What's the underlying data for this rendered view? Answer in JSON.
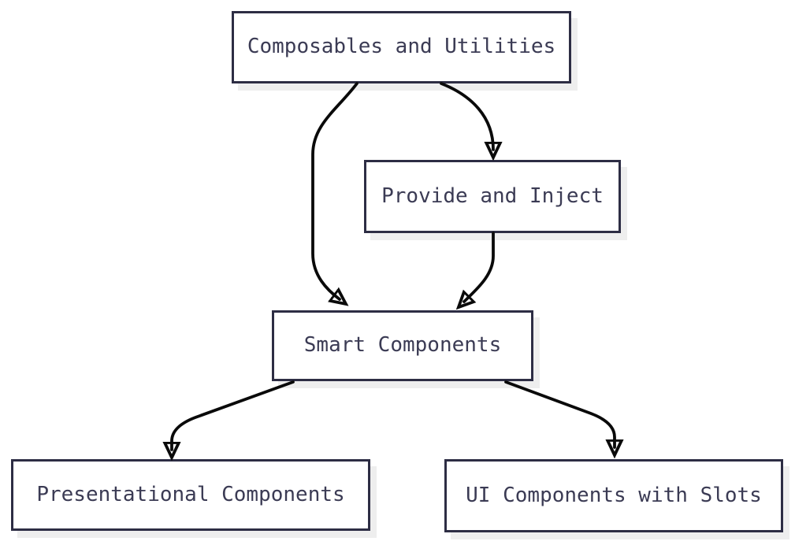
{
  "diagram": {
    "type": "flowchart",
    "direction": "top-down",
    "background_color": "#ffffff",
    "node_fill": "#ffffff",
    "node_border_color": "#2d2d44",
    "node_text_color": "#3b3b54",
    "node_shadow_color": "#eeeeee",
    "edge_color": "#0a0a0a",
    "nodes": [
      {
        "id": "composables",
        "label": "Composables and Utilities"
      },
      {
        "id": "provide-inject",
        "label": "Provide and Inject"
      },
      {
        "id": "smart",
        "label": "Smart Components"
      },
      {
        "id": "presentational",
        "label": "Presentational Components"
      },
      {
        "id": "ui-slots",
        "label": "UI Components with Slots"
      }
    ],
    "edges": [
      {
        "from": "composables",
        "to": "smart"
      },
      {
        "from": "composables",
        "to": "provide-inject"
      },
      {
        "from": "provide-inject",
        "to": "smart"
      },
      {
        "from": "smart",
        "to": "presentational"
      },
      {
        "from": "smart",
        "to": "ui-slots"
      }
    ]
  }
}
